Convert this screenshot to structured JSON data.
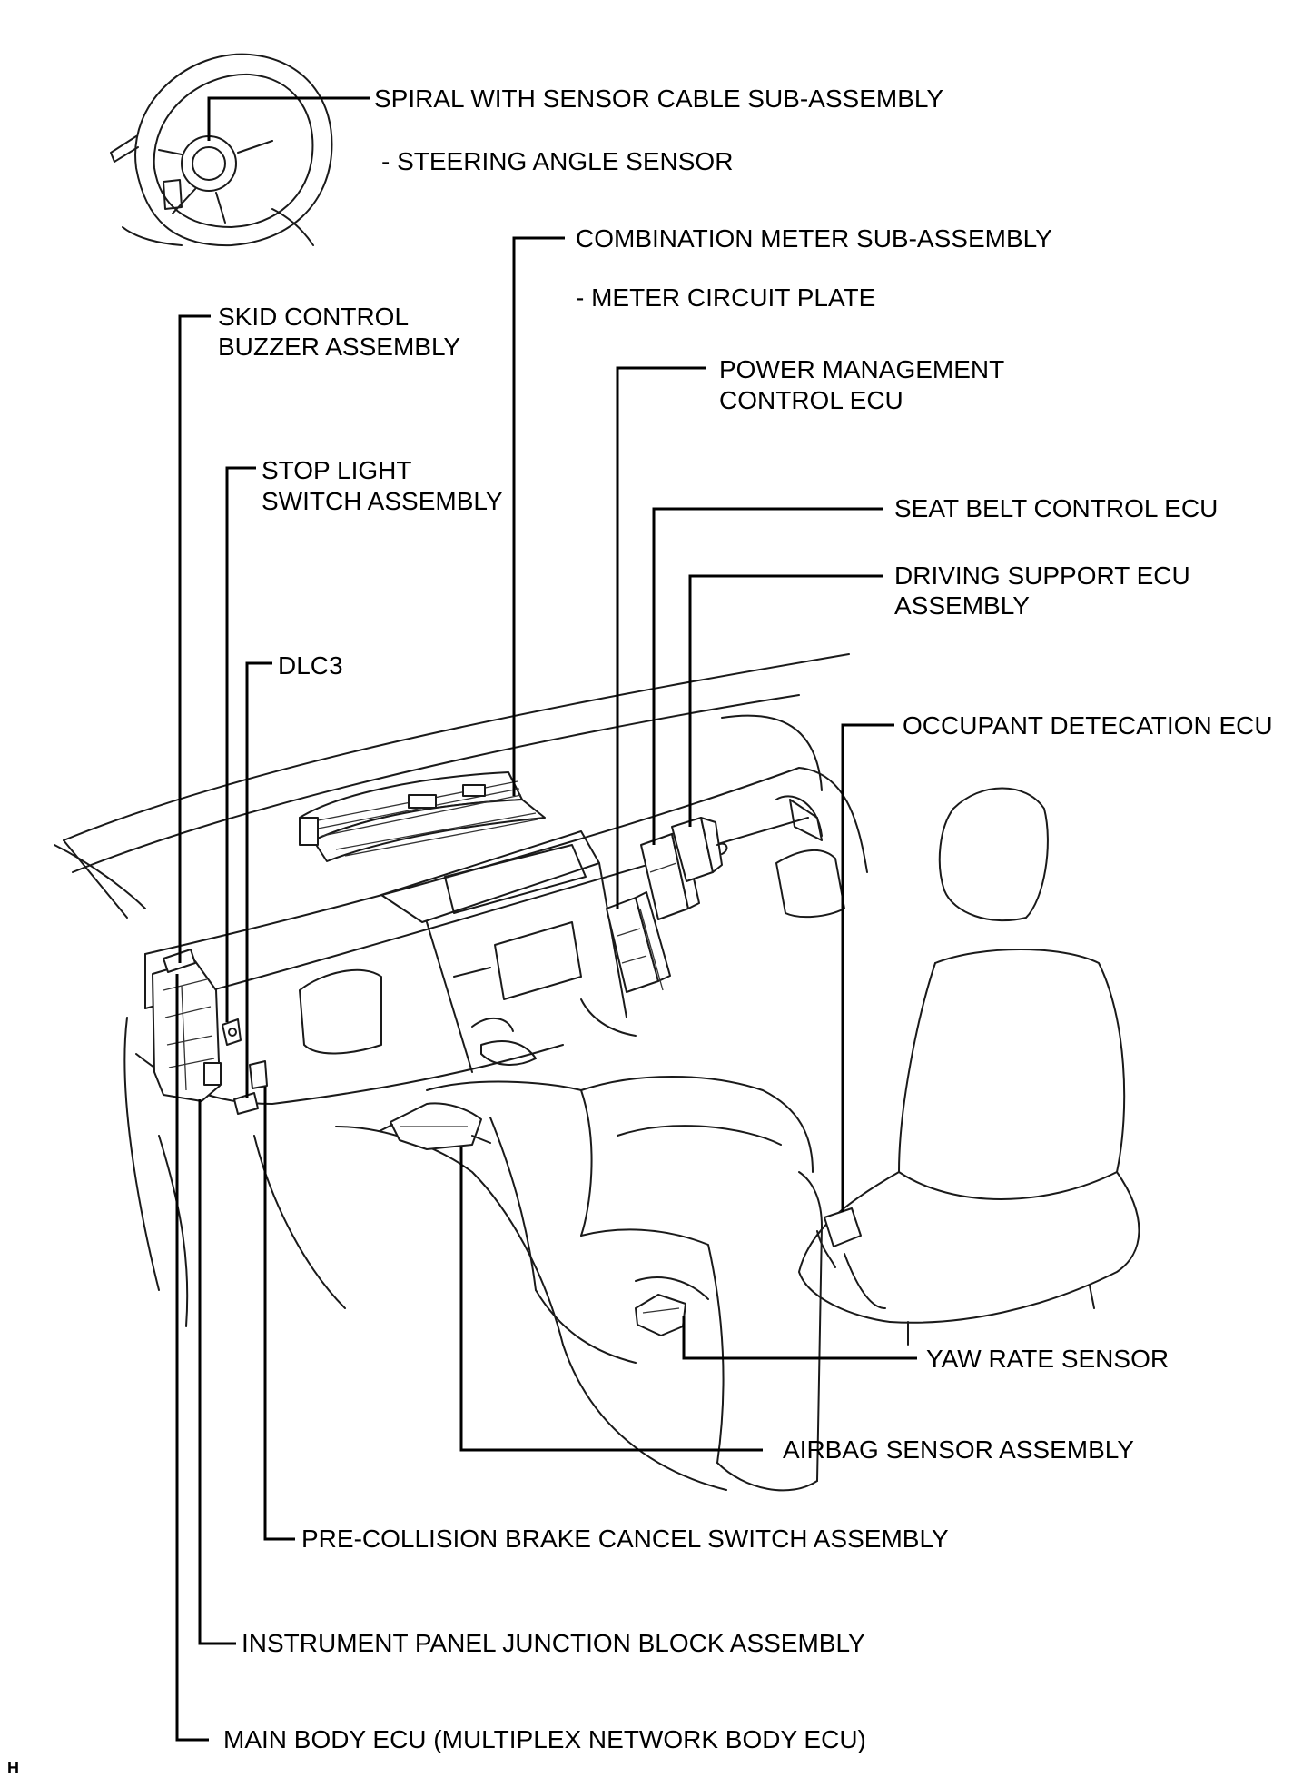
{
  "labels": {
    "spiral": "SPIRAL WITH SENSOR CABLE SUB-ASSEMBLY",
    "steering_sensor": "- STEERING ANGLE SENSOR",
    "combination_meter": "COMBINATION METER SUB-ASSEMBLY",
    "meter_plate": "- METER CIRCUIT PLATE",
    "skid_buzzer_1": "SKID CONTROL",
    "skid_buzzer_2": "BUZZER ASSEMBLY",
    "power_mgmt_1": "POWER MANAGEMENT",
    "power_mgmt_2": "CONTROL ECU",
    "stop_light_1": "STOP LIGHT",
    "stop_light_2": "SWITCH ASSEMBLY",
    "seat_belt": "SEAT BELT CONTROL ECU",
    "driving_support_1": "DRIVING SUPPORT ECU",
    "driving_support_2": "ASSEMBLY",
    "dlc3": "DLC3",
    "occupant": "OCCUPANT DETECATION ECU",
    "yaw_rate": "YAW RATE SENSOR",
    "airbag": "AIRBAG SENSOR ASSEMBLY",
    "pre_collision": "PRE-COLLISION BRAKE CANCEL SWITCH ASSEMBLY",
    "junction_block": "INSTRUMENT PANEL JUNCTION BLOCK ASSEMBLY",
    "main_body": "MAIN BODY ECU (MULTIPLEX NETWORK BODY ECU)",
    "corner_mark": "H"
  }
}
